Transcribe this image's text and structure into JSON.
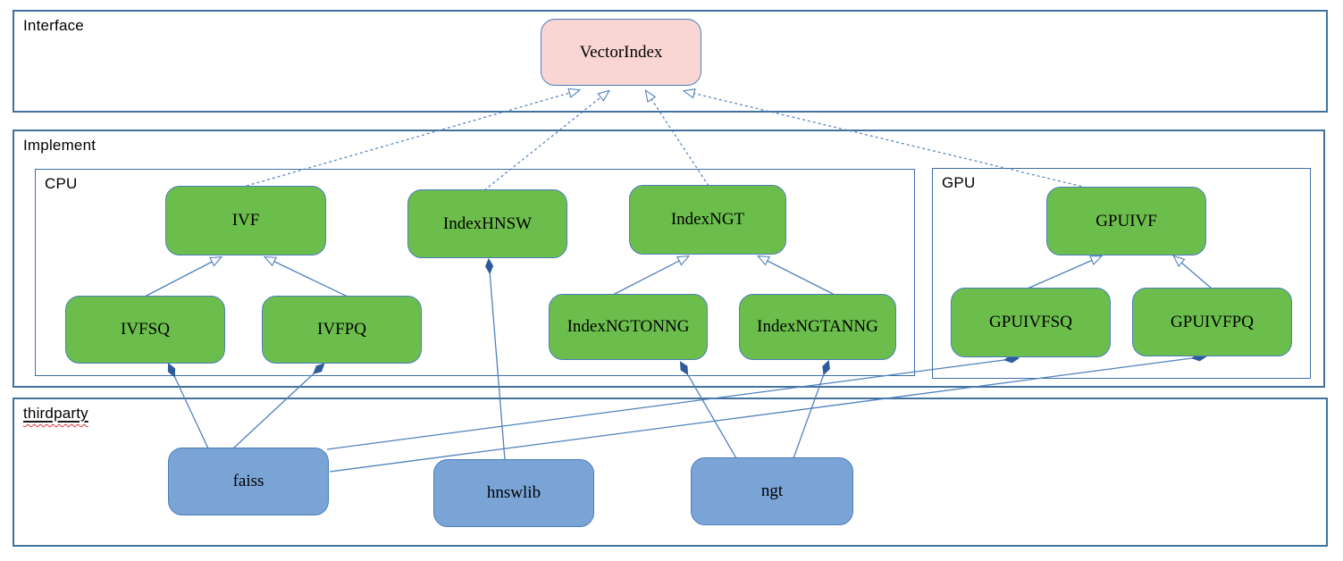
{
  "groups": {
    "interface": {
      "label": "Interface"
    },
    "implement": {
      "label": "Implement"
    },
    "cpu": {
      "label": "CPU"
    },
    "gpu": {
      "label": "GPU"
    },
    "thirdparty": {
      "label": "thirdparty"
    }
  },
  "nodes": {
    "vectorindex": {
      "label": "VectorIndex"
    },
    "ivf": {
      "label": "IVF"
    },
    "indexhnsw": {
      "label": "IndexHNSW"
    },
    "indexngt": {
      "label": "IndexNGT"
    },
    "gpuivf": {
      "label": "GPUIVF"
    },
    "ivfsq": {
      "label": "IVFSQ"
    },
    "ivfpq": {
      "label": "IVFPQ"
    },
    "indexngtonng": {
      "label": "IndexNGTONNG"
    },
    "indexngtanng": {
      "label": "IndexNGTANNG"
    },
    "gpuivfsq": {
      "label": "GPUIVFSQ"
    },
    "gpuivfpq": {
      "label": "GPUIVFPQ"
    },
    "faiss": {
      "label": "faiss"
    },
    "hnswlib": {
      "label": "hnswlib"
    },
    "ngt": {
      "label": "ngt"
    }
  },
  "colors": {
    "interface_node_fill": "#f9d6d3",
    "implement_node_fill": "#6cbe4c",
    "thirdparty_node_fill": "#7aa4d6",
    "node_border": "#4a7ebd",
    "container_border": "#41719c",
    "edge_line": "#4f81bd",
    "composition_diamond": "#2e5c9b",
    "spellcheck_underline": "#e03131",
    "text": "#000000",
    "background": "#ffffff"
  },
  "relationships": {
    "realization_dashed": [
      {
        "from": "IVF",
        "to": "VectorIndex"
      },
      {
        "from": "IndexHNSW",
        "to": "VectorIndex"
      },
      {
        "from": "IndexNGT",
        "to": "VectorIndex"
      },
      {
        "from": "GPUIVF",
        "to": "VectorIndex"
      }
    ],
    "inheritance": [
      {
        "from": "IVFSQ",
        "to": "IVF"
      },
      {
        "from": "IVFPQ",
        "to": "IVF"
      },
      {
        "from": "IndexNGTONNG",
        "to": "IndexNGT"
      },
      {
        "from": "IndexNGTANNG",
        "to": "IndexNGT"
      },
      {
        "from": "GPUIVFSQ",
        "to": "GPUIVF"
      },
      {
        "from": "GPUIVFPQ",
        "to": "GPUIVF"
      }
    ],
    "composition": [
      {
        "from": "faiss",
        "to": "IVFSQ"
      },
      {
        "from": "faiss",
        "to": "IVFPQ"
      },
      {
        "from": "faiss",
        "to": "GPUIVFSQ"
      },
      {
        "from": "faiss",
        "to": "GPUIVFPQ"
      },
      {
        "from": "hnswlib",
        "to": "IndexHNSW"
      },
      {
        "from": "ngt",
        "to": "IndexNGTONNG"
      },
      {
        "from": "ngt",
        "to": "IndexNGTANNG"
      }
    ]
  }
}
